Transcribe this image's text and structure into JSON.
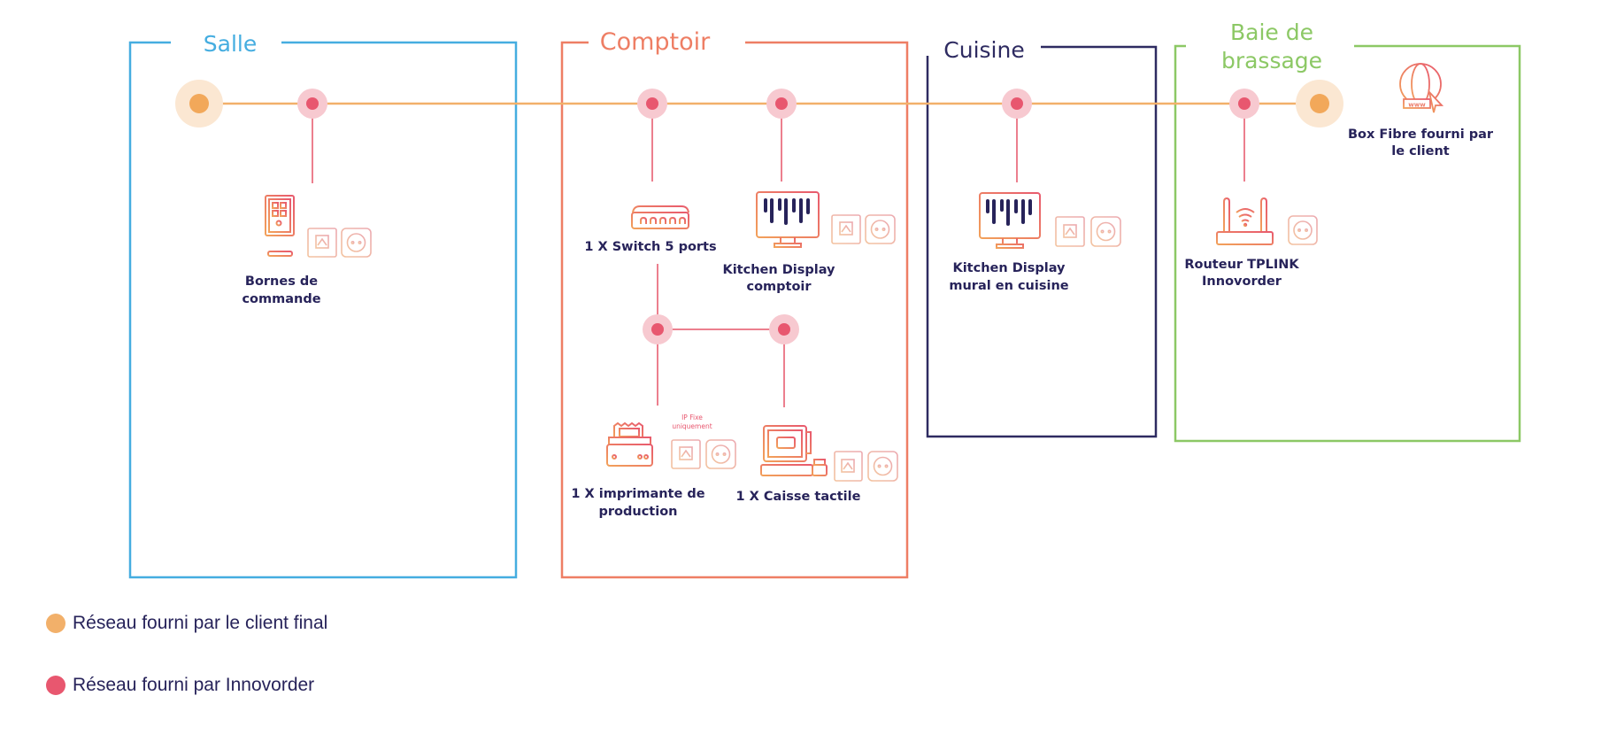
{
  "colors": {
    "salle": "#45ade0",
    "comptoir": "#ee7e64",
    "cuisine": "#2e2b61",
    "baie": "#8cc865",
    "client_network": "#f2b06a",
    "innovorder_network": "#e8576f",
    "label_text": "#27235a"
  },
  "zones": [
    {
      "id": "salle",
      "title": "Salle"
    },
    {
      "id": "comptoir",
      "title": "Comptoir"
    },
    {
      "id": "cuisine",
      "title": "Cuisine"
    },
    {
      "id": "baie",
      "title_line1": "Baie de",
      "title_line2": "brassage"
    }
  ],
  "devices": {
    "bornes": {
      "line1": "Bornes de",
      "line2": "commande",
      "icon": "kiosk-icon",
      "ports": [
        "rj45-outlet-icon",
        "power-outlet-icon"
      ]
    },
    "switch": {
      "line1": "1 X Switch 5 ports",
      "icon": "network-switch-icon"
    },
    "kds_comptoir": {
      "line1": "Kitchen Display",
      "line2": "comptoir",
      "icon": "monitor-icon",
      "ports": [
        "rj45-outlet-icon",
        "power-outlet-icon"
      ]
    },
    "kds_cuisine": {
      "line1": "Kitchen Display",
      "line2": "mural en cuisine",
      "icon": "monitor-icon",
      "ports": [
        "rj45-outlet-icon",
        "power-outlet-icon"
      ]
    },
    "imprimante": {
      "line1": "1 X imprimante de",
      "line2": "production",
      "icon": "printer-icon",
      "note_line1": "IP Fixe",
      "note_line2": "uniquement",
      "ports": [
        "rj45-outlet-icon",
        "power-outlet-icon"
      ]
    },
    "caisse": {
      "line1": "1 X Caisse tactile",
      "icon": "pos-terminal-icon",
      "ports": [
        "rj45-outlet-icon",
        "power-outlet-icon"
      ]
    },
    "routeur": {
      "line1": "Routeur TPLINK",
      "line2": "Innovorder",
      "icon": "wifi-router-icon",
      "ports": [
        "power-outlet-icon"
      ]
    },
    "box_fibre": {
      "line1": "Box Fibre fourni par",
      "line2": "le client",
      "icon": "globe-www-icon"
    }
  },
  "legend": [
    {
      "label": "Réseau fourni par le client final",
      "color_key": "client_network"
    },
    {
      "label": "Réseau fourni par Innovorder",
      "color_key": "innovorder_network"
    }
  ]
}
